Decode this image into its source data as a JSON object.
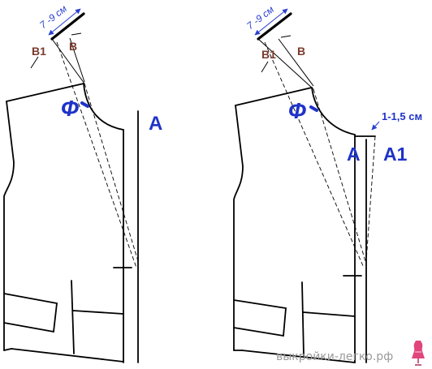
{
  "left_figure": {
    "measure_label": "7 -9 см",
    "point_b1": "В1",
    "point_b": "В",
    "neck_label": "Ф",
    "line_a": "А"
  },
  "right_figure": {
    "measure_label": "7 -9 см",
    "point_b1": "В1",
    "point_b": "В",
    "neck_label": "Ф",
    "offset_label": "1-1,5 см",
    "line_a": "А",
    "line_a1": "А1"
  },
  "watermark": {
    "text": "выкройки-легко.рф",
    "icon": "dress-form-icon"
  },
  "colors": {
    "line": "#000000",
    "label_blue": "#1f33c8",
    "point_brown": "#7a3b2e",
    "watermark": "#9a9a9a",
    "icon_pink": "#e0457b"
  }
}
